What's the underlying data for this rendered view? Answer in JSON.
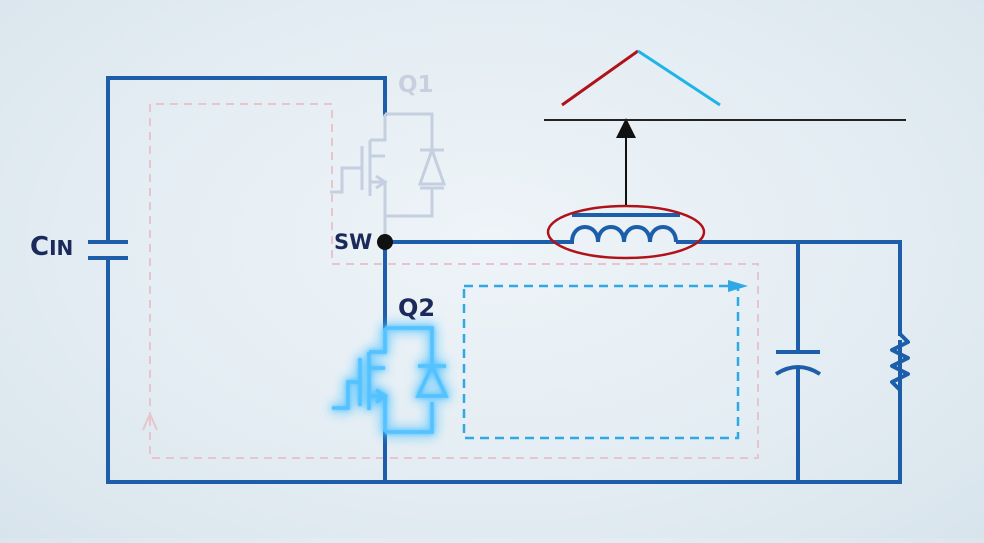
{
  "labels": {
    "cin_main": "C",
    "cin_sub": "IN",
    "sw": "SW",
    "q1": "Q1",
    "q2": "Q2"
  },
  "colors": {
    "wire": "#1d5eaa",
    "q1_faded": "#c4d0e0",
    "q2_glow": "#3fb8ff",
    "ellipse": "#b0121a",
    "ramp_up": "#b0121a",
    "ramp_down": "#1fb4e8",
    "label": "#1b2a5a",
    "dashed_q1_loop": "#e8c4cc",
    "dashed_q2_loop": "#2fa8e6"
  },
  "icons": {
    "input_capacitor": "capacitor-icon",
    "output_capacitor": "polarized-capacitor-icon",
    "load": "resistor-icon",
    "inductor": "inductor-icon",
    "q1": "mosfet-icon",
    "q2": "mosfet-icon",
    "sw_node": "junction-dot-icon"
  }
}
